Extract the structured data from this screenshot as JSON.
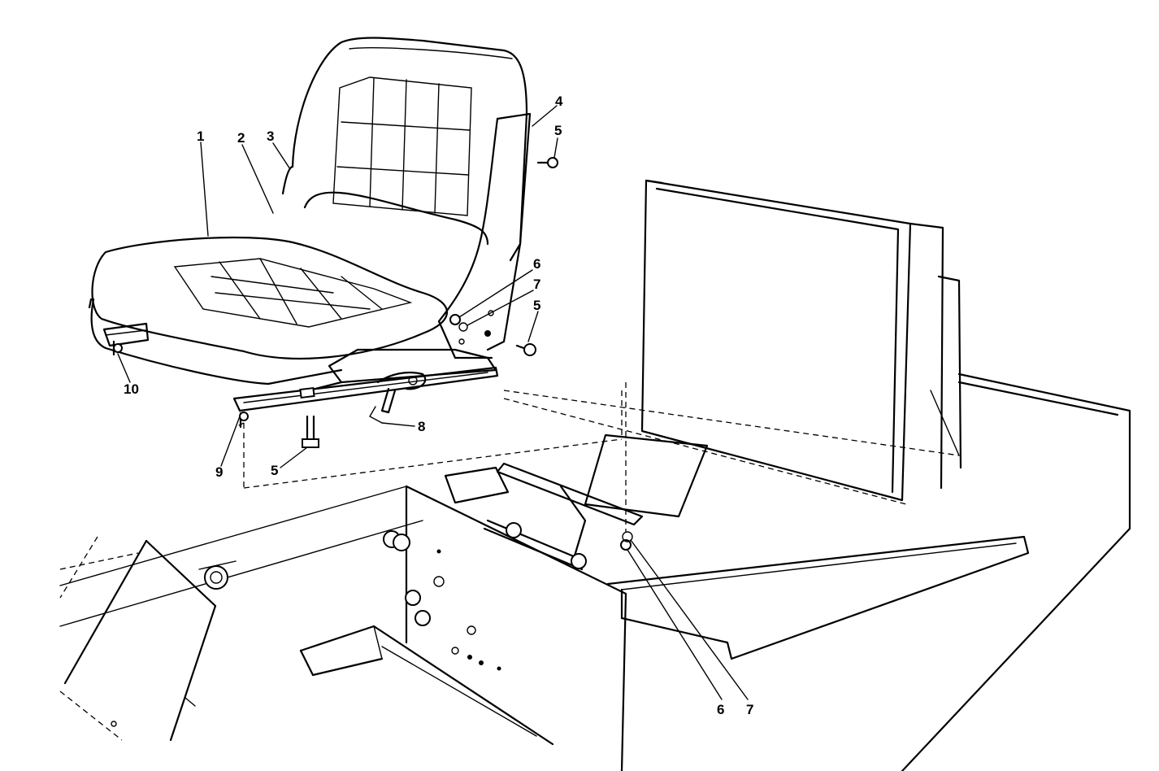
{
  "callouts": {
    "c1": "1",
    "c2": "2",
    "c3": "3",
    "c4": "4",
    "c5_top": "5",
    "c6_upper": "6",
    "c7_upper": "7",
    "c5_mid": "5",
    "c8": "8",
    "c9": "9",
    "c10": "10",
    "c5_bottom": "5",
    "c6_lower": "6",
    "c7_lower": "7"
  }
}
